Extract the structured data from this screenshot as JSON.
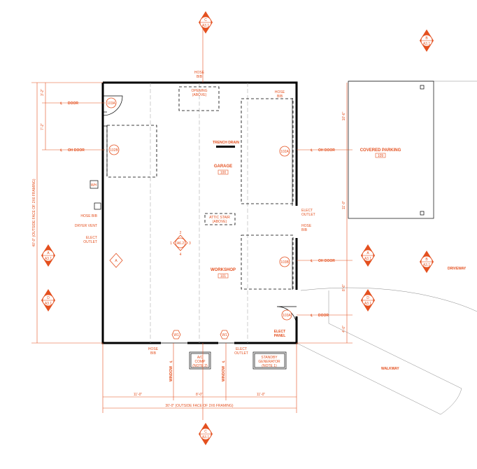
{
  "rooms": {
    "garage": {
      "name": "GARAGE",
      "number": "100"
    },
    "workshop": {
      "name": "WORKSHOP",
      "number": "101"
    },
    "covered_parking": {
      "name": "COVERED PARKING",
      "number": "109"
    },
    "driveway": "DRIVEWAY",
    "walkway": "WALKWAY"
  },
  "openings": {
    "opening_above": [
      "OPENING",
      "(ABOVE)"
    ],
    "attic_stair": [
      "ATTIC STAIR",
      "(ABOVE)"
    ],
    "trench_drain": "TRENCH DRAIN"
  },
  "equipment": {
    "ac_comp": [
      "A/C",
      "COMP",
      "(NOTE 2)"
    ],
    "standby_gen": [
      "STANDBY",
      "GENERATOR",
      "(NOTE 1)"
    ]
  },
  "labels": {
    "hose_bib": [
      "HOSE",
      "BIB"
    ],
    "hose_bib_inline": "HOSE BIB",
    "dryer_vent": "DRYER VENT",
    "elect_outlet": [
      "ELECT",
      "OUTLET"
    ],
    "elect_panel": [
      "ELECT",
      "PANEL"
    ],
    "wh": "WH",
    "door": "DOOR",
    "oh_door": "OH DOOR",
    "window": "WINDOW",
    "cl": "℄"
  },
  "door_tags": [
    "103A",
    "102B",
    "102A",
    "103B",
    "103A"
  ],
  "window_tags": [
    "W1",
    "W1"
  ],
  "section_markers": [
    {
      "letter": "C",
      "sheet": "A3.1"
    },
    {
      "letter": "B",
      "sheet": "A3.1"
    },
    {
      "letter": "A",
      "sheet": "A3.1"
    },
    {
      "letter": "D",
      "sheet": "A3.1"
    },
    {
      "letter": "A",
      "sheet": "A3.1"
    },
    {
      "letter": "B",
      "sheet": "A3.1"
    },
    {
      "letter": "D",
      "sheet": "A3.1"
    },
    {
      "letter": "C",
      "sheet": "A3.1"
    }
  ],
  "interior_marker": {
    "sheet": "A6.2",
    "n": "2",
    "e": "3",
    "s": "4",
    "w": "1"
  },
  "grid_marker": "A",
  "dimensions": {
    "overall_width": "30'-0\" (OUTSIDE FACE OF 2X6 FRAMING)",
    "overall_depth": "40'-0\" (OUTSIDE FACE OF 2X6 FRAMING)",
    "bottom_left": "11'-0\"",
    "bottom_mid": "8'-0\"",
    "bottom_right": "11'-0\"",
    "left_top": "3'-2\"",
    "left_second": "7'-2\"",
    "right_top": "10'-6\"",
    "right_mid": "11'-0\"",
    "right_low": "8'-6\"",
    "right_bottom": "4'-0\""
  }
}
